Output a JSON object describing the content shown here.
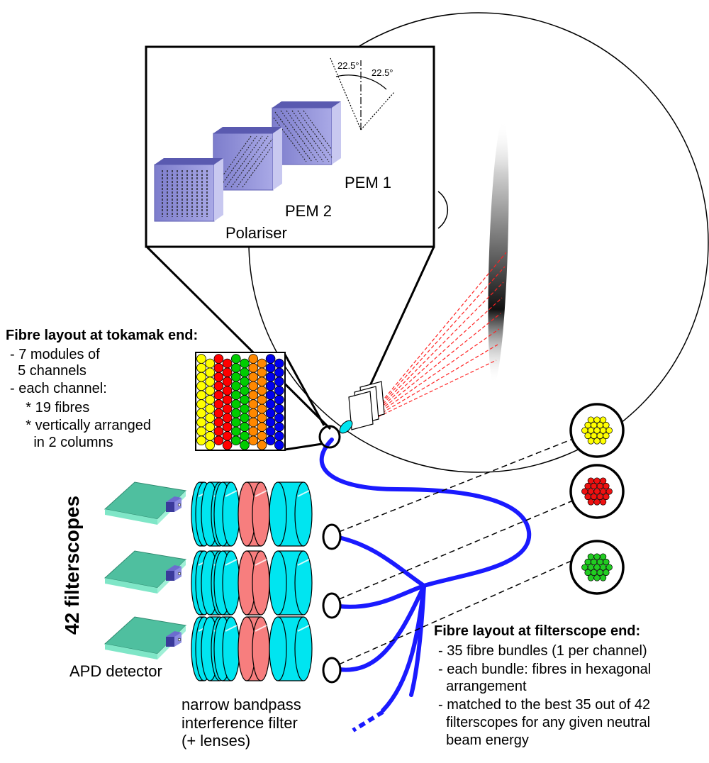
{
  "inset": {
    "angle_left": "22.5°",
    "angle_right": "22.5°",
    "pem1_label": "PEM 1",
    "pem2_label": "PEM 2",
    "polariser_label": "Polariser"
  },
  "tokamak_layout": {
    "title": "Fibre layout at tokamak end:",
    "lines": [
      "- 7 modules of",
      "  5 channels",
      "- each channel:",
      "    * 19 fibres",
      "    * vertically arranged",
      "      in 2 columns"
    ],
    "column_colors": [
      "#ffff00",
      "#ffff00",
      "#ff0000",
      "#ff0000",
      "#00cc00",
      "#00cc00",
      "#ff8800",
      "#ff8800",
      "#0000ee",
      "#0000ee"
    ]
  },
  "filterscopes": {
    "vertical_label": "42 filterscopes",
    "detector_label": "APD detector",
    "filter_label_lines": [
      "narrow bandpass",
      "interference filter",
      "(+ lenses)"
    ]
  },
  "filterscope_layout": {
    "title": "Fibre layout at filterscope end:",
    "lines": [
      "- 35 fibre bundles (1 per channel)",
      "- each bundle: fibres in hexagonal",
      "  arrangement",
      "- matched to the best 35 out of 42",
      "  filterscopes for any given neutral",
      "  beam energy"
    ]
  },
  "bundle_colors": [
    "#ffff00",
    "#ee1111",
    "#22cc22"
  ],
  "colors": {
    "fibre_blue": "#1a1aff",
    "detector_board": "#4fbf9f",
    "lens_cyan": "#00e5f0",
    "filter_red": "#f77e7e",
    "plate_face": "#8e8ed6",
    "plate_top": "#5a5ab0",
    "sightline_red": "#ff2222"
  }
}
